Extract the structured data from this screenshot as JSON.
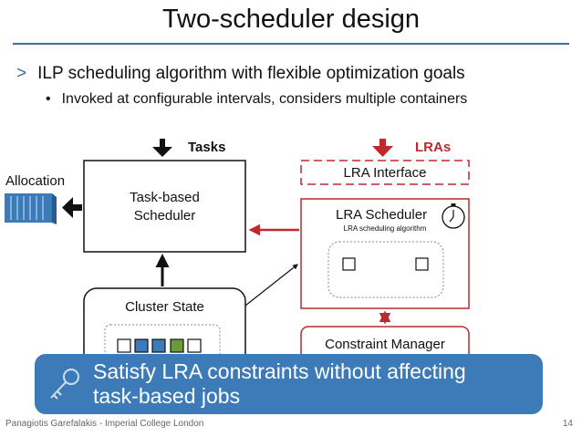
{
  "slide": {
    "title": "Two-scheduler design",
    "bullet1_marker": ">",
    "bullet1": "ILP scheduling algorithm with flexible optimization goals",
    "bullet2_marker": "•",
    "bullet2": "Invoked at configurable intervals, considers multiple containers",
    "footer": "Panagiotis Garefalakis - Imperial College London",
    "page_number": "14"
  },
  "diagram": {
    "tasks_label": "Tasks",
    "lras_label": "LRAs",
    "allocation_label": "Allocation",
    "task_scheduler_line1": "Task-based",
    "task_scheduler_line2": "Scheduler",
    "lra_interface": "LRA Interface",
    "lra_scheduler": "LRA Scheduler",
    "lra_algorithm": "LRA scheduling algorithm",
    "cluster_state": "Cluster State",
    "constraint_manager": "Constraint Manager",
    "colors": {
      "lra_red": "#c0282d",
      "slot_blue": "#3d7ab8",
      "slot_green": "#6a9a3c",
      "banner": "#3d7ab8",
      "accent": "#3a6ea5"
    }
  },
  "callout": {
    "line1": "Satisfy LRA constraints without affecting",
    "line2": "task-based jobs"
  }
}
